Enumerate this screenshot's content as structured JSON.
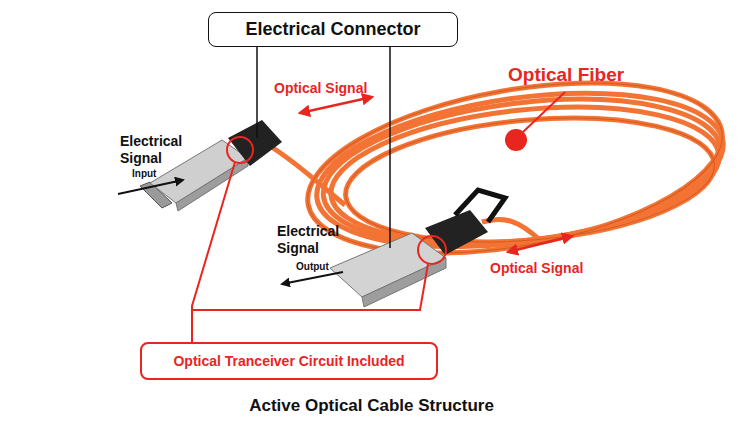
{
  "diagram": {
    "caption": "Active Optical Cable Structure",
    "nodes": [
      {
        "text": [
          "Electrical Connector"
        ]
      },
      {
        "text": [
          "Optical Tranceiver Circuit Included"
        ]
      }
    ],
    "labels": [
      "Optical Signal",
      "Optical Fiber",
      "Electrical Signal",
      "Input",
      "Electrical Signal",
      "Output",
      "Optical Signal"
    ]
  }
}
